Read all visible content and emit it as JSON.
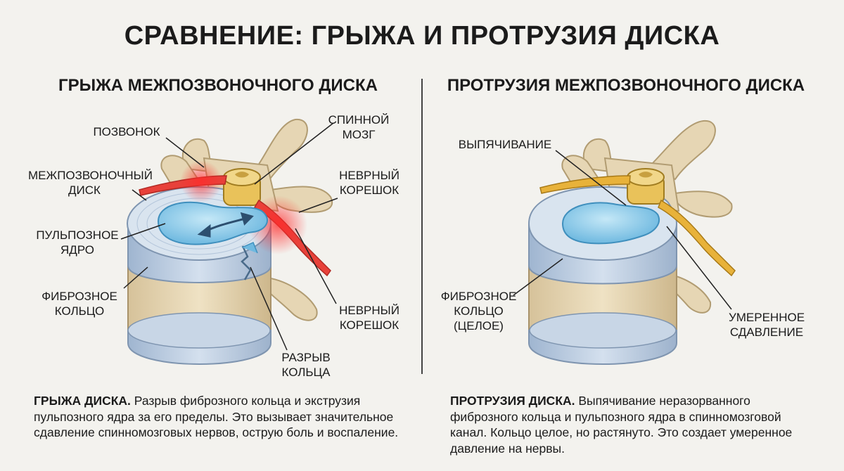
{
  "title": "СРАВНЕНИЕ: ГРЫЖА И ПРОТРУЗИЯ ДИСКА",
  "left": {
    "subtitle": "ГРЫЖА МЕЖПОЗВОНОЧНОГО ДИСКА",
    "labels": {
      "vertebra": "ПОЗВОНОК",
      "spinal_cord": "СПИННОЙ МОЗГ",
      "disc": "МЕЖПОЗВОНОЧНЫЙ ДИСК",
      "nerve_root_top": "НЕВРНЫЙ КОРЕШОК",
      "nucleus": "ПУЛЬПОЗНОЕ ЯДРО",
      "annulus": "ФИБРОЗНОЕ КОЛЬЦО",
      "nerve_root_bottom": "НЕВРНЫЙ КОРЕШОК",
      "ring_tear": "РАЗРЫВ КОЛЬЦА"
    },
    "desc_title": "ГРЫЖА ДИСКА.",
    "desc_text": " Разрыв фиброзного кольца и экструзия пульпозного ядра за его пределы. Это вызывает значительное сдавление спинномозговых нервов, острую боль и воспаление."
  },
  "right": {
    "subtitle": "ПРОТРУЗИЯ МЕЖПОЗВОНОЧНОГО ДИСКА",
    "labels": {
      "bulge": "ВЫПЯЧИВАНИЕ",
      "annulus": "ФИБРОЗНОЕ КОЛЬЦО (ЦЕЛОЕ)",
      "compression": "УМЕРЕННОЕ СДАВЛЕНИЕ"
    },
    "desc_title": "ПРОТРУЗИЯ ДИСКА.",
    "desc_text": " Выпячивание неразорванного фиброзного кольца и пульпозного ядра в спинномозговой канал. Кольцо целое, но растянуто. Это создает умеренное давление на нервы."
  },
  "colors": {
    "bone": "#e6d6b4",
    "disc": "#b5c8de",
    "nucleus": "#8fcbe8",
    "inflamed_nerve": "#e8413a",
    "healthy_nerve": "#e8b23a"
  }
}
